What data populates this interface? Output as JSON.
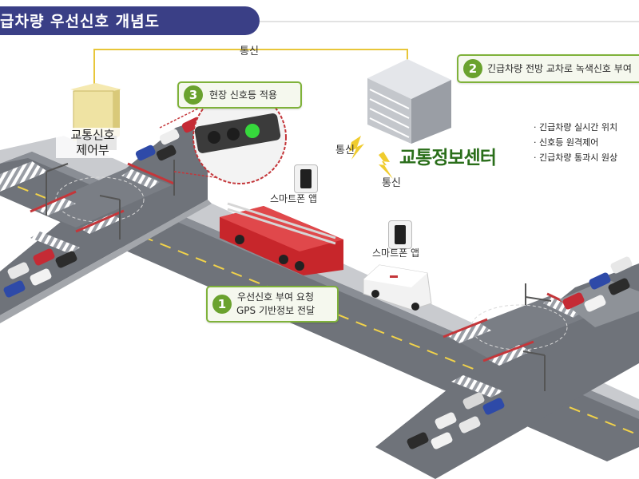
{
  "title": "급차량 우선신호 개념도",
  "labels": {
    "comm_top": "통신",
    "comm_left": "통신",
    "comm_right": "통신",
    "controller": [
      "교통신호",
      "제어부"
    ],
    "center": "교통정보센터",
    "smartphone": "스마트폰 앱"
  },
  "steps": [
    {
      "num": "1",
      "lines": [
        "우선신호 부여 요청",
        "GPS 기반정보 전달"
      ]
    },
    {
      "num": "2",
      "lines": [
        "긴급차량 전방 교차로 녹색신호 부여"
      ]
    },
    {
      "num": "3",
      "lines": [
        "현장 신호등 적용"
      ]
    }
  ],
  "center_functions": [
    "긴급차량 실시간 위치",
    "신호등 원격제어",
    "긴급차량 통과시 원상"
  ],
  "colors": {
    "title_bg": "#3a3f86",
    "step_border": "#7fb23a",
    "step_badge": "#6aa22e",
    "center_text": "#2a6e1a",
    "comm_line": "#e8c63a",
    "road": "#6f737a",
    "crosswalk_red": "#c4363a",
    "fire_truck": "#c7262b"
  },
  "icons": [
    "signal-controller-box-icon",
    "traffic-info-center-building-icon",
    "smartphone-icon",
    "fire-truck-icon",
    "ambulance-icon",
    "traffic-light-zoom-icon",
    "lightning-bolt-icon"
  ]
}
